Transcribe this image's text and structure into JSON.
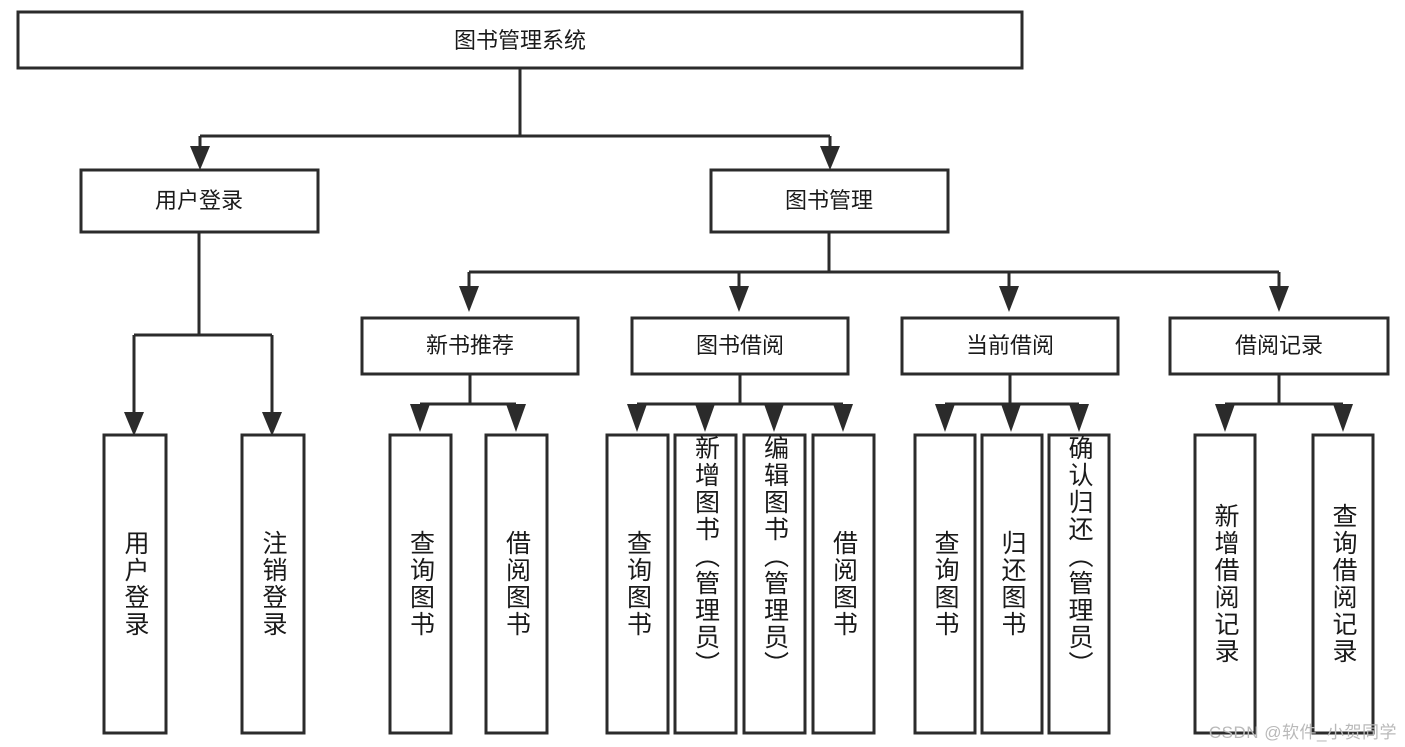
{
  "diagram": {
    "title": "图书管理系统",
    "type": "hierarchy-tree",
    "orientation": "top-down",
    "levels": 4,
    "box_fill": "#ffffff",
    "box_stroke": "#2b2b2b",
    "text_color": "#1a1a1a"
  },
  "root": {
    "label": "图书管理系统"
  },
  "level2": {
    "user_login": {
      "label": "用户登录"
    },
    "book_manage": {
      "label": "图书管理"
    }
  },
  "level3": {
    "new_book_recommend": {
      "label": "新书推荐"
    },
    "book_borrow": {
      "label": "图书借阅"
    },
    "current_borrow": {
      "label": "当前借阅"
    },
    "borrow_record": {
      "label": "借阅记录"
    }
  },
  "leaves": {
    "user_login": [
      {
        "label": "用户登录"
      },
      {
        "label": "注销登录"
      }
    ],
    "new_book_recommend": [
      {
        "label": "查询图书"
      },
      {
        "label": "借阅图书"
      }
    ],
    "book_borrow": [
      {
        "label": "查询图书"
      },
      {
        "label": "新增图书（管理员）"
      },
      {
        "label": "编辑图书（管理员）"
      },
      {
        "label": "借阅图书"
      }
    ],
    "current_borrow": [
      {
        "label": "查询图书"
      },
      {
        "label": "归还图书"
      },
      {
        "label": "确认归还（管理员）"
      }
    ],
    "borrow_record": [
      {
        "label": "新增借阅记录"
      },
      {
        "label": "查询借阅记录"
      }
    ]
  },
  "watermark": {
    "text": "CSDN @软件_小贺同学"
  }
}
